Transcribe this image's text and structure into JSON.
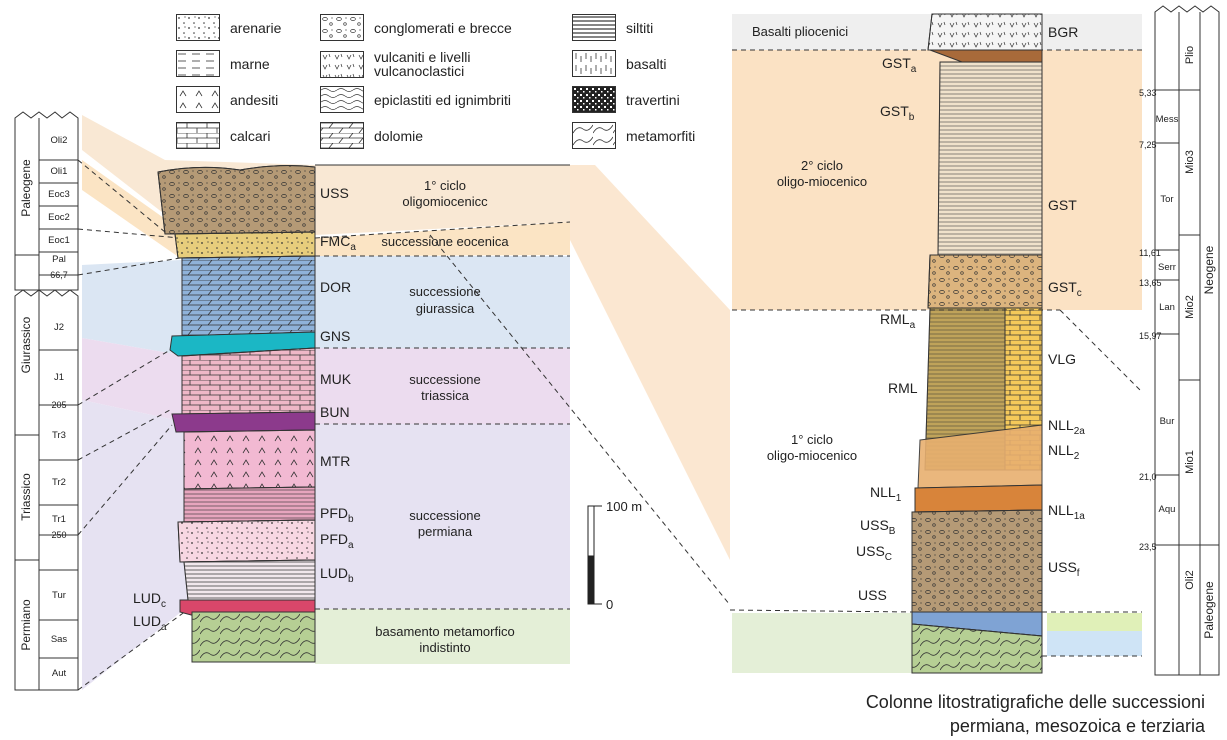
{
  "legend": [
    {
      "label": "arenarie",
      "pattern": "dots"
    },
    {
      "label": "marne",
      "pattern": "dashes"
    },
    {
      "label": "andesiti",
      "pattern": "carets"
    },
    {
      "label": "calcari",
      "pattern": "bricks"
    },
    {
      "label": "conglomerati e brecce",
      "pattern": "pebbles"
    },
    {
      "label": "vulcaniti e livelli vulcanoclastici",
      "pattern": "ticks"
    },
    {
      "label": "epiclastiti ed ignimbriti",
      "pattern": "wavy"
    },
    {
      "label": "dolomie",
      "pattern": "slant-bricks"
    },
    {
      "label": "siltiti",
      "pattern": "lines"
    },
    {
      "label": "basalti",
      "pattern": "vbars"
    },
    {
      "label": "travertini",
      "pattern": "checker"
    },
    {
      "label": "metamorfiti",
      "pattern": "schist"
    }
  ],
  "left_timescale": {
    "eras": [
      "Paleogene",
      "Giurassico",
      "Triassico",
      "Permiano"
    ],
    "stages": [
      "Oli2",
      "Oli1",
      "Eoc3",
      "Eoc2",
      "Eoc1",
      "Pal",
      "J2",
      "J1",
      "Tr3",
      "Tr2",
      "Tr1",
      "Tur",
      "Sas",
      "Aut"
    ],
    "ages": [
      "66,7",
      "205",
      "250"
    ]
  },
  "left_column_units": [
    "USS",
    "FMC",
    "DOR",
    "GNS",
    "MUK",
    "BUN",
    "MTR",
    "PFD",
    "PFD",
    "LUD",
    "LUD",
    "LUD"
  ],
  "left_column_subscripts": [
    "a",
    "b",
    "a",
    "b",
    "c",
    "a"
  ],
  "successions": [
    {
      "line1": "1° ciclo",
      "line2": "oligomiocenicc"
    },
    {
      "line1": "successione eocenica",
      "line2": ""
    },
    {
      "line1": "successione",
      "line2": "giurassica"
    },
    {
      "line1": "successione",
      "line2": "triassica"
    },
    {
      "line1": "successione",
      "line2": "permiana"
    },
    {
      "line1": "basamento metamorfico",
      "line2": "indistinto"
    }
  ],
  "scale_bar": {
    "top": "100 m",
    "bottom": "0"
  },
  "right_column_units": [
    "BGR",
    "GST",
    "GST",
    "GST",
    "GST",
    "RML",
    "RML",
    "VLG",
    "NLL",
    "NLL",
    "NLL",
    "NLL",
    "USS",
    "USS",
    "USS",
    "USS"
  ],
  "right_column_subscripts": [
    "a",
    "b",
    "c",
    "a",
    "2a",
    "2",
    "1",
    "1a",
    "B",
    "C",
    "f"
  ],
  "right_labels": [
    {
      "line1": "Basalti pliocenici",
      "line2": ""
    },
    {
      "line1": "2° ciclo",
      "line2": "oligo-miocenico"
    },
    {
      "line1": "1° ciclo",
      "line2": "oligo-miocenico"
    }
  ],
  "right_timescale": {
    "ages": [
      "5,33",
      "7,25",
      "11,61",
      "13,65",
      "15,97",
      "21,0",
      "23,5"
    ],
    "stages": [
      "Mess",
      "Tor",
      "Serr",
      "Lan",
      "Bur",
      "Aqu"
    ],
    "epochs": [
      "Plio",
      "Mio3",
      "Mio2",
      "Mio1",
      "Oli2"
    ],
    "periods": [
      "Neogene",
      "Paleogene"
    ]
  },
  "caption": {
    "line1": "Colonne litostratigrafiche delle successioni",
    "line2": "permiana, mesozoica e terziaria"
  }
}
